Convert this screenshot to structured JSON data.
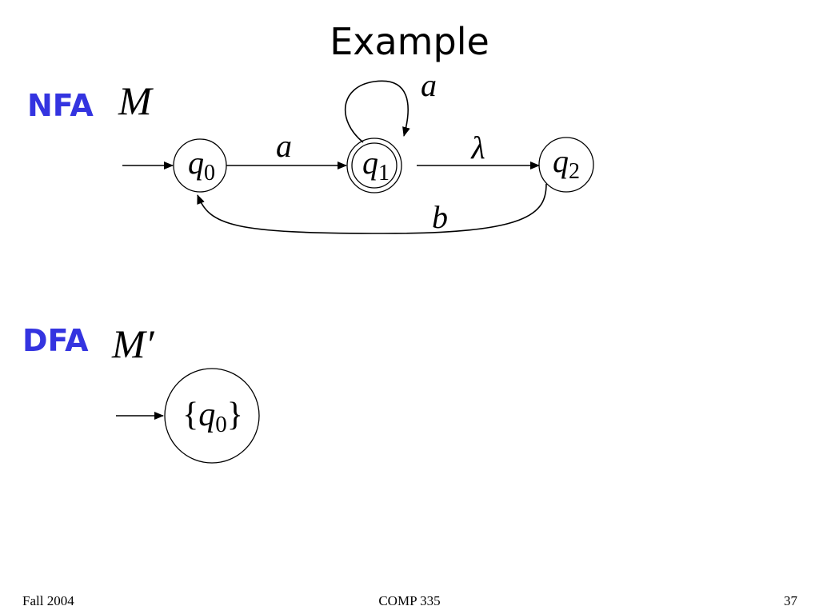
{
  "slide": {
    "title": "Example",
    "accent_color": "#3434e0"
  },
  "nfa": {
    "kind_label": "NFA",
    "name": "M",
    "states": [
      {
        "id": "q0",
        "base": "q",
        "sub": "0",
        "accepting": false,
        "initial": true
      },
      {
        "id": "q1",
        "base": "q",
        "sub": "1",
        "accepting": true,
        "initial": false
      },
      {
        "id": "q2",
        "base": "q",
        "sub": "2",
        "accepting": false,
        "initial": false
      }
    ],
    "transitions": [
      {
        "from": "q0",
        "to": "q1",
        "label": "a"
      },
      {
        "from": "q1",
        "to": "q1",
        "label": "a"
      },
      {
        "from": "q1",
        "to": "q2",
        "label": "λ"
      },
      {
        "from": "q2",
        "to": "q0",
        "label": "b"
      }
    ]
  },
  "dfa": {
    "kind_label": "DFA",
    "name": "M′",
    "states": [
      {
        "id": "s0",
        "open": "{",
        "base": "q",
        "sub": "0",
        "close": "}",
        "initial": true
      }
    ]
  },
  "footer": {
    "left": "Fall 2004",
    "center": "COMP 335",
    "right": "37"
  }
}
